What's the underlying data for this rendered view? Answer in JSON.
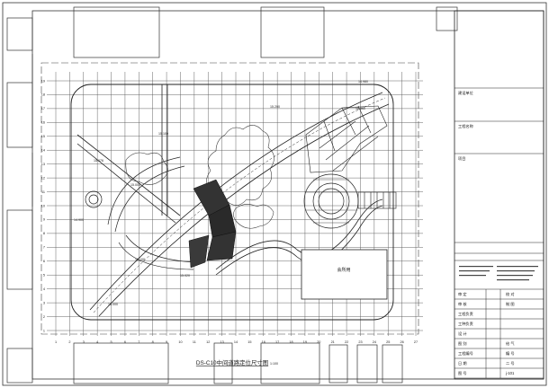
{
  "drawing": {
    "title": "DS-C10中间道路定位尺寸图",
    "scale": "1:100",
    "row_labels": [
      "1",
      "2",
      "3",
      "4",
      "5",
      "6",
      "7",
      "8",
      "9",
      "10",
      "11",
      "12",
      "13",
      "14",
      "15",
      "16",
      "17",
      "18",
      "19"
    ],
    "col_labels": [
      "1",
      "2",
      "3",
      "4",
      "5",
      "6",
      "7",
      "8",
      "9",
      "10",
      "11",
      "12",
      "13",
      "14",
      "15",
      "16",
      "17",
      "18",
      "19",
      "20",
      "21",
      "22",
      "23",
      "24",
      "25",
      "26",
      "27"
    ],
    "building_label": "会所用",
    "dimension_notes": [
      "15.100",
      "15.076",
      "15.000",
      "14.900",
      "15.100",
      "15.000",
      "15.020",
      "14.980",
      "15.050",
      "15.200"
    ]
  },
  "title_block": {
    "top_labels": [
      "建设单位",
      "工程名称",
      "项目"
    ],
    "rows": [
      {
        "a": "审 定",
        "b": "校 对"
      },
      {
        "a": "审 核",
        "b": "制 图"
      },
      {
        "a": "工程负责",
        "b": ""
      },
      {
        "a": "工种负责",
        "b": ""
      },
      {
        "a": "设 计",
        "b": ""
      },
      {
        "a": "图 别",
        "b": "给 气"
      },
      {
        "a": "工程编号",
        "b": "编 号"
      },
      {
        "a": "日 期",
        "b": "二 号"
      },
      {
        "a": "图 号",
        "b": "j-101"
      }
    ]
  }
}
